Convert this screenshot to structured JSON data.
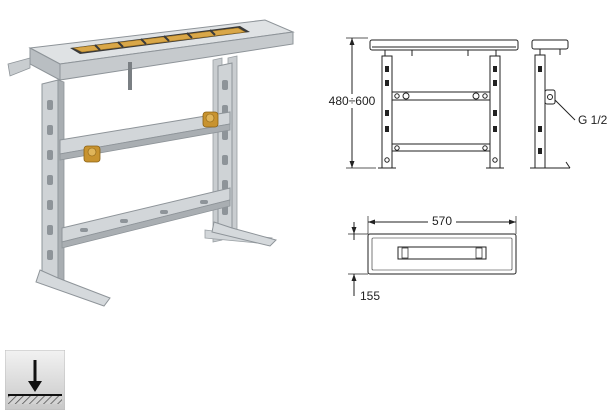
{
  "drawing": {
    "front_view": {
      "height_label": "480÷600"
    },
    "side_view": {
      "thread_label": "G 1/2"
    },
    "top_view": {
      "width_label": "570",
      "depth_label": "155"
    }
  },
  "icon": {
    "name": "floor-mount-arrow-icon",
    "colors": {
      "bg_top": "#f2f2f2",
      "bg_bottom": "#c8c8c8",
      "arrow": "#111111"
    }
  },
  "colors": {
    "steel_light": "#d8dcdf",
    "steel_mid": "#b7bcc0",
    "steel_dark": "#8e9499",
    "brass": "#c8932f",
    "line": "#222222"
  }
}
